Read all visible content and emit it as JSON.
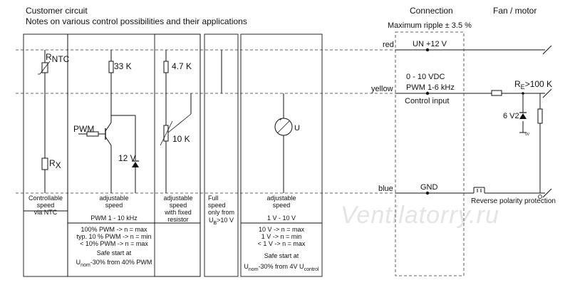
{
  "header": {
    "title": "Customer circuit",
    "subtitle": "Notes on various control possibilities and their applications",
    "connection": "Connection",
    "fan_motor": "Fan / motor",
    "ripple": "Maximum ripple ± 3.5 %"
  },
  "wires": {
    "red": "red",
    "yellow": "yellow",
    "blue": "blue",
    "supply": "UN +12 V",
    "input_range": "0 - 10 VDC",
    "pwm_freq": "PWM 1-6 kHz",
    "control_input": "Control input",
    "gnd": "GND"
  },
  "motor": {
    "re_label": "R",
    "re_sub": "E",
    "re_value": ">100 K",
    "zener": "6 V2",
    "zero_v": "0V",
    "reverse": "Reverse polarity protection"
  },
  "col1": {
    "rntc": "R",
    "rntc_sub": "NTC",
    "rx": "R",
    "rx_sub": "X",
    "desc": [
      "Controllable",
      "speed",
      "via NTC"
    ]
  },
  "col2": {
    "r": "33 K",
    "pwm": "PWM",
    "v": "12 V",
    "desc": [
      "adjustable",
      "speed"
    ],
    "mode": "PWM 1 - 10 kHz",
    "notes": [
      "100% PWM -> n = max",
      "typ. 10 % PWM -> n = min",
      "< 10% PWM -> n = max"
    ],
    "safe1": "Safe start at",
    "safe2_pre": "U",
    "safe2_sub": "nom",
    "safe2_post": "-30% from 40% PWM"
  },
  "col3": {
    "r1": "4.7 K",
    "r2": "10 K",
    "desc": [
      "adjustable",
      "speed",
      "with fixed",
      "resistor"
    ]
  },
  "col4": {
    "desc": [
      "Full",
      "speed",
      "only from"
    ],
    "cond_pre": "U",
    "cond_sub": "B",
    "cond_post": ">10 V"
  },
  "col5": {
    "meter": "U",
    "desc": [
      "adjustable",
      "speed"
    ],
    "mode": "1 V - 10 V",
    "notes": [
      "10 V -> n = max",
      "1 V -> n = min",
      "< 1 V -> n = max"
    ],
    "safe1": "Safe start at",
    "safe2_pre": "U",
    "safe2_sub": "nom",
    "safe2_mid": "-30% from 4V U",
    "safe2_sub2": "control"
  },
  "watermark": "Ventilatorry.ru"
}
